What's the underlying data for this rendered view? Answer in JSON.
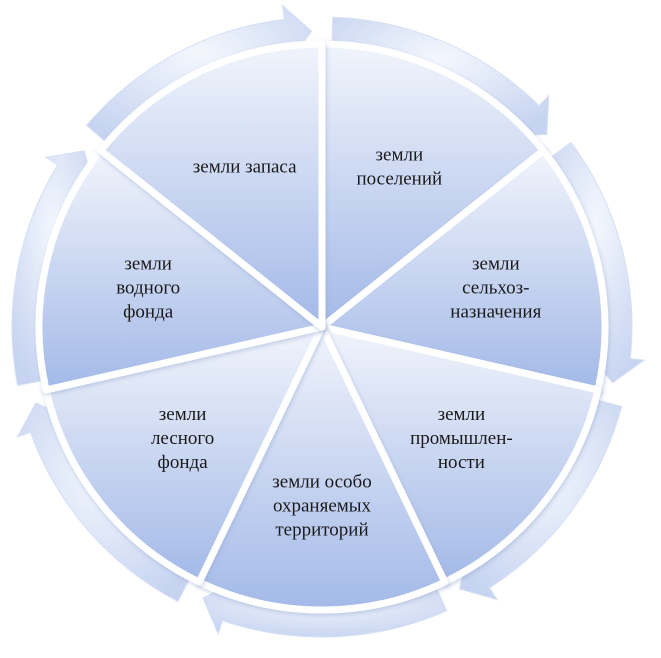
{
  "colors": {
    "ring_light": "#e8eefa",
    "ring_mid": "#c9d6f2",
    "segment_light": "#eef2fb",
    "segment_dark": "#9fb6e6",
    "separator": "#ffffff",
    "text": "#1a1a1a"
  },
  "segments": [
    {
      "label_lines": [
        "земли",
        "поселений"
      ]
    },
    {
      "label_lines": [
        "земли",
        "сельхоз-",
        "назначения"
      ]
    },
    {
      "label_lines": [
        "земли",
        "промышлен-",
        "ности"
      ]
    },
    {
      "label_lines": [
        "земли особо",
        "охраняемых",
        "территорий"
      ]
    },
    {
      "label_lines": [
        "земли",
        "лесного",
        "фонда"
      ]
    },
    {
      "label_lines": [
        "земли",
        "водного",
        "фонда"
      ]
    },
    {
      "label_lines": [
        "земли запаса"
      ]
    }
  ]
}
